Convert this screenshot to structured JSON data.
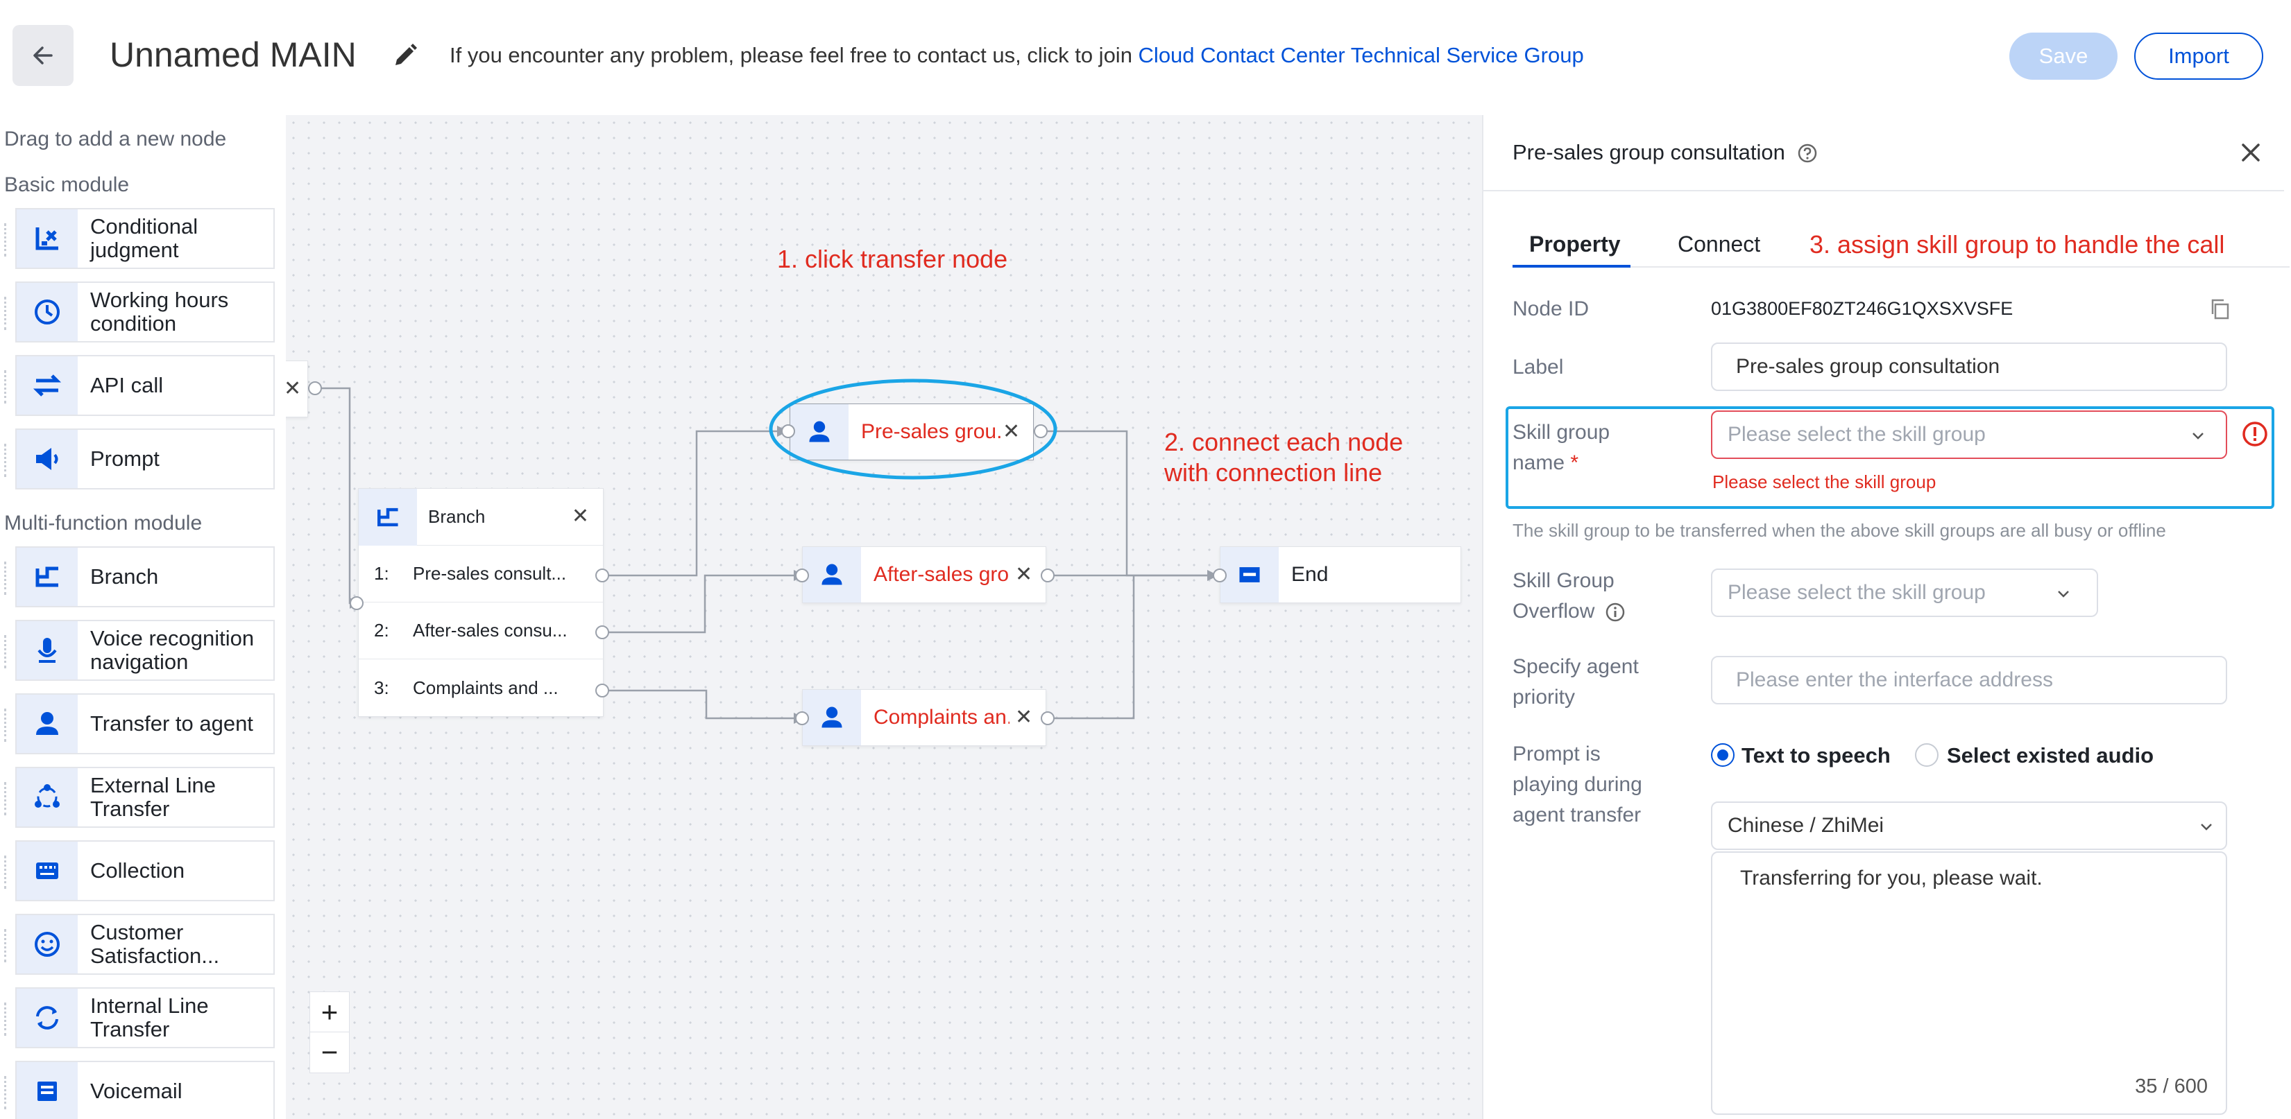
{
  "header": {
    "title": "Unnamed MAIN",
    "notice_prefix": "If you encounter any problem, please feel free to contact us, click to join ",
    "notice_link": "Cloud Contact Center Technical Service Group",
    "save_label": "Save",
    "import_label": "Import"
  },
  "palette": {
    "drag_hint": "Drag to add a new node",
    "basic_heading": "Basic module",
    "multi_heading": "Multi-function module",
    "basic_items": [
      {
        "label": "Conditional judgment",
        "icon": "conditional-icon"
      },
      {
        "label": "Working hours condition",
        "icon": "clock-icon"
      },
      {
        "label": "API call",
        "icon": "api-arrows-icon"
      },
      {
        "label": "Prompt",
        "icon": "speaker-icon"
      }
    ],
    "multi_items": [
      {
        "label": "Branch",
        "icon": "branch-icon"
      },
      {
        "label": "Voice recognition navigation",
        "icon": "microphone-icon"
      },
      {
        "label": "Transfer to agent",
        "icon": "agent-icon"
      },
      {
        "label": "External Line Transfer",
        "icon": "external-transfer-icon"
      },
      {
        "label": "Collection",
        "icon": "keypad-icon"
      },
      {
        "label": "Customer Satisfaction...",
        "icon": "smiley-icon"
      },
      {
        "label": "Internal Line Transfer",
        "icon": "refresh-icon"
      },
      {
        "label": "Voicemail",
        "icon": "voicemail-icon"
      }
    ]
  },
  "canvas": {
    "annotation_1": "1. click transfer node",
    "annotation_2_line1": "2. connect each node",
    "annotation_2_line2": "with connection line",
    "branch": {
      "title": "Branch",
      "rows": [
        {
          "index": "1:",
          "label": "Pre-sales consult..."
        },
        {
          "index": "2:",
          "label": "After-sales consu..."
        },
        {
          "index": "3:",
          "label": "Complaints and ..."
        }
      ]
    },
    "nodes": {
      "presales": "Pre-sales grou...",
      "aftersales": "After-sales gro...",
      "complaints": "Complaints an...",
      "end": "End"
    },
    "zoom_in": "+",
    "zoom_out": "−"
  },
  "panel": {
    "title": "Pre-sales group consultation",
    "tabs": {
      "property": "Property",
      "connect": "Connect"
    },
    "annotation_3": "3. assign skill group to handle the call",
    "node_id_label": "Node ID",
    "node_id_value": "01G3800EF80ZT246G1QXSXVSFE",
    "label_label": "Label",
    "label_value": "Pre-sales group consultation",
    "skill_group_label_1": "Skill group",
    "skill_group_label_2": "name",
    "required_mark": "*",
    "skill_group_placeholder": "Please select the skill group",
    "skill_group_error": "Please select the skill group",
    "skill_group_hint": "The skill group to be transferred when the above skill groups are all busy or offline",
    "overflow_label_1": "Skill Group",
    "overflow_label_2": "Overflow",
    "overflow_placeholder": "Please select the skill group",
    "priority_label_1": "Specify agent",
    "priority_label_2": "priority",
    "priority_placeholder": "Please enter the interface address",
    "prompt_label_1": "Prompt is",
    "prompt_label_2": "playing during",
    "prompt_label_3": "agent transfer",
    "radio_tts": "Text to speech",
    "radio_audio": "Select existed audio",
    "voice_value": "Chinese / ZhiMei",
    "tts_text": "Transferring for you, please wait.",
    "char_count": "35 / 600"
  },
  "colors": {
    "accent": "#0052d9",
    "annotation": "#e02b20",
    "highlight": "#1aa5e6",
    "save_disabled": "#bcd4f7"
  }
}
